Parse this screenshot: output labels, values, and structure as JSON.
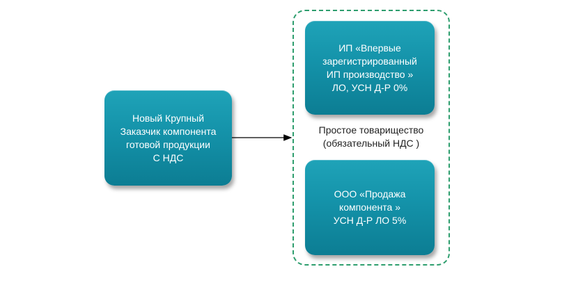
{
  "nodes": {
    "client": "Новый Крупный\nЗаказчик компонента\nготовой продукции\nС НДС",
    "ip": "ИП «Впервые\nзарегистрированный\nИП производство »\nЛО, УСН Д-Р 0%",
    "ooo": "ООО «Продажа\nкомпонента »\nУСН Д-Р ЛО 5%"
  },
  "group_label": "Простое товарищество\n(обязательный НДС )",
  "colors": {
    "box": "#1492a9",
    "group_border": "#2e9e6e",
    "arrow": "#000000"
  }
}
